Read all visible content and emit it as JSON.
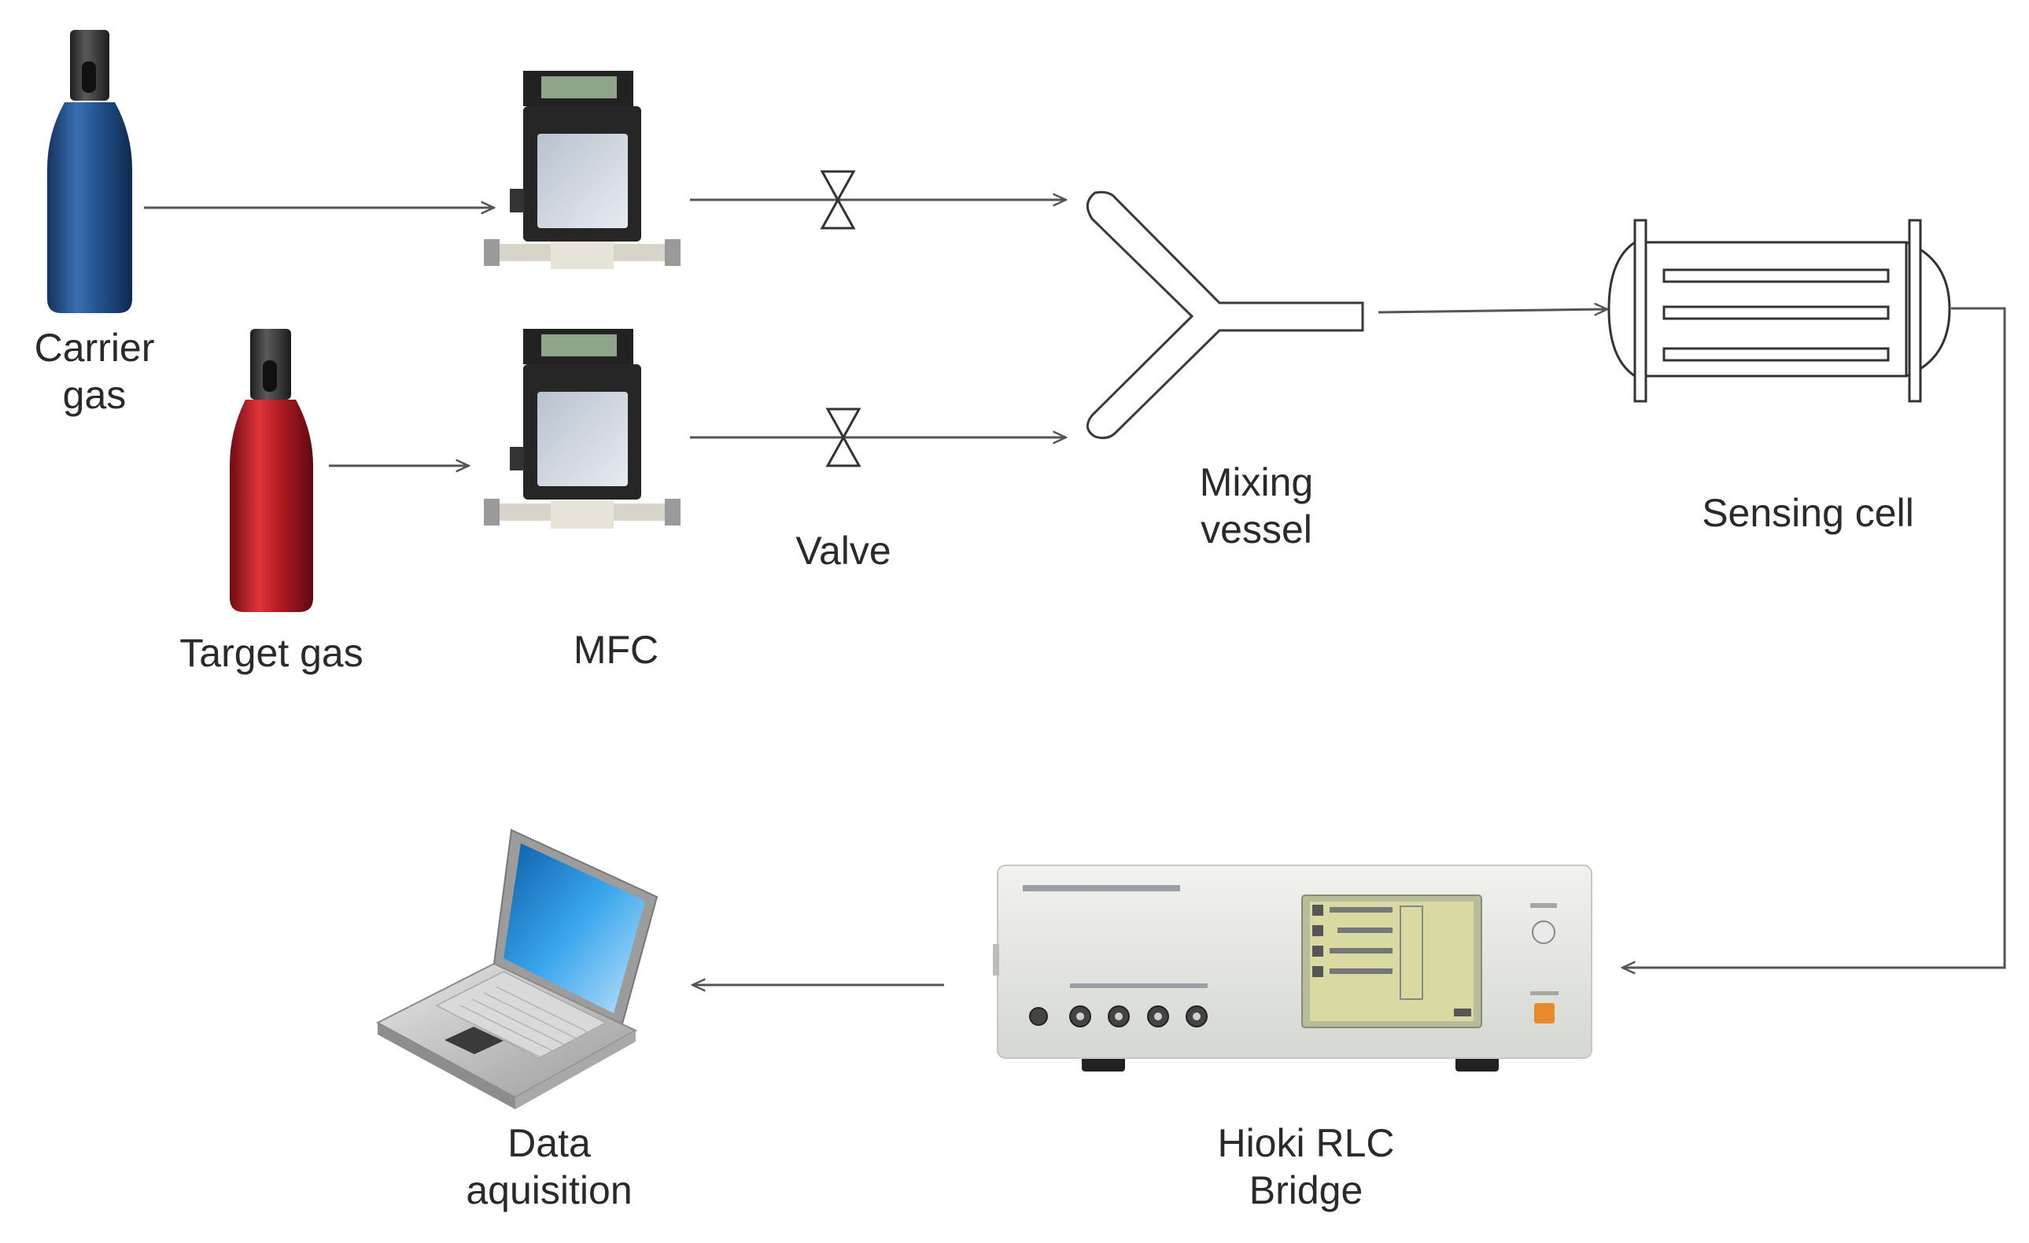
{
  "labels": {
    "carrier_gas": [
      "Carrier",
      "gas"
    ],
    "target_gas": "Target gas",
    "mfc": "MFC",
    "valve": "Valve",
    "mixing_vessel": [
      "Mixing",
      "vessel"
    ],
    "sensing_cell": "Sensing cell",
    "rlc_bridge": [
      "Hioki RLC",
      "Bridge"
    ],
    "data_acquisition": [
      "Data",
      "aquisition"
    ]
  },
  "colors": {
    "carrier_cylinder": "#1f4f8c",
    "target_cylinder": "#b01c22",
    "cylinder_cap": "#3a3a3a",
    "flow_line": "#555555",
    "mfc_body": "#262626",
    "mfc_display": "#8fa58a",
    "rlc_panel": "#e4e6e2",
    "rlc_screen": "#d9d9a2",
    "laptop_screen": "#2a8fd6",
    "laptop_body": "#c8c8c8"
  },
  "icons": {
    "carrier_cylinder": "gas-cylinder-icon",
    "target_cylinder": "gas-cylinder-icon",
    "mfc": "mass-flow-controller-icon",
    "valve": "valve-icon",
    "mixing_vessel": "y-junction-icon",
    "sensing_cell": "sensing-cell-icon",
    "rlc_bridge": "lcr-meter-icon",
    "laptop": "laptop-icon"
  }
}
